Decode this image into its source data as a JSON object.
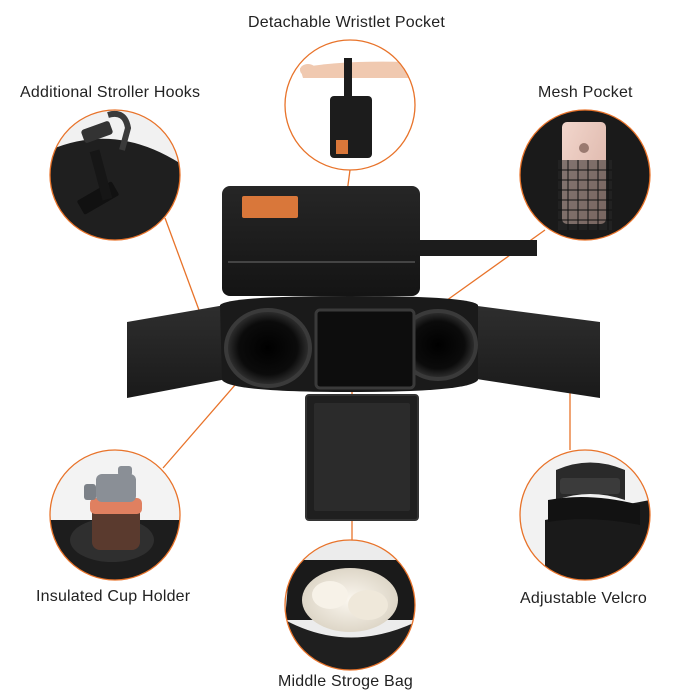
{
  "labels": {
    "wristlet": "Detachable Wristlet Pocket",
    "hooks": "Additional Stroller Hooks",
    "mesh": "Mesh Pocket",
    "cup": "Insulated Cup Holder",
    "velcro": "Adjustable Velcro",
    "bag": "Middle Stroge Bag"
  },
  "colors": {
    "accent": "#e8732a",
    "fabric": "#1e1e1e",
    "fabric_light": "#2c2c2c",
    "patch": "#d9773a",
    "background": "#ffffff"
  },
  "icons": {
    "hook": "carabiner-hook-icon",
    "phone": "phone-icon",
    "bottle": "water-bottle-icon"
  }
}
